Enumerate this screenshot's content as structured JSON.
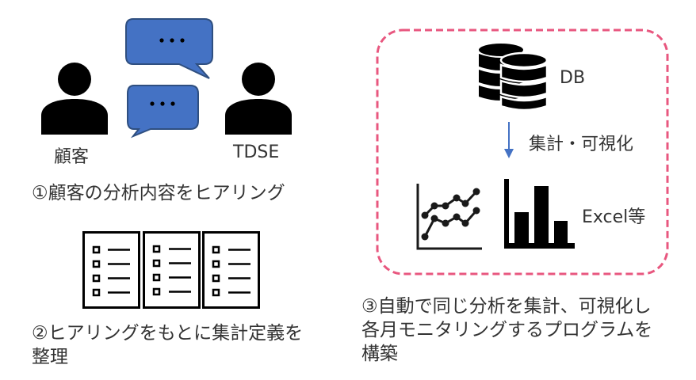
{
  "step1": {
    "customer_label": "顧客",
    "tdse_label": "TDSE",
    "bubble_top_text": "・・・",
    "bubble_bottom_text": "・・・",
    "caption": "①顧客の分析内容をヒアリング"
  },
  "step2": {
    "caption_line1": "②ヒアリングをもとに集計定義を",
    "caption_line2": "整理"
  },
  "step3": {
    "db_label": "DB",
    "arrow_label": "集計・可視化",
    "output_label": "Excel等",
    "caption_line1": "③自動で同じ分析を集計、可視化し",
    "caption_line2": "各月モニタリングするプログラムを",
    "caption_line3": "構築"
  },
  "colors": {
    "bubble_fill": "#4472c4",
    "bubble_stroke": "#2f4f80",
    "dashed_border": "#e8577f",
    "arrow": "#4472c4",
    "icon": "#000000"
  }
}
